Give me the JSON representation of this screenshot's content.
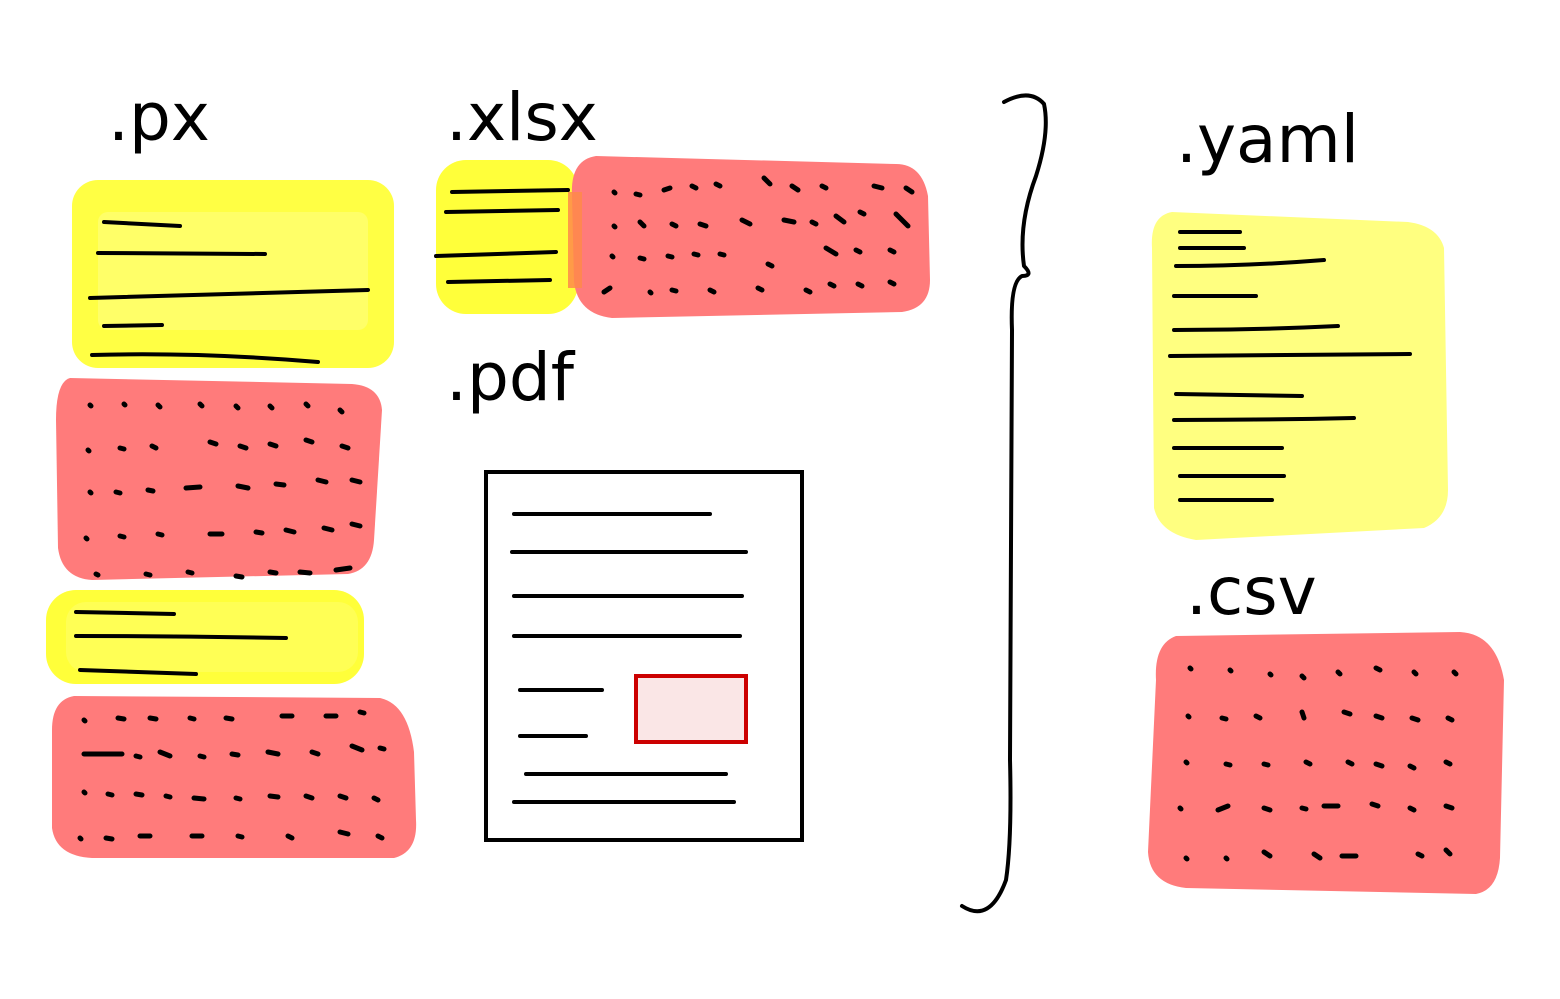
{
  "labels": {
    "px": ".px",
    "xlsx": ".xlsx",
    "pdf": ".pdf",
    "yaml": ".yaml",
    "csv": ".csv"
  },
  "colors": {
    "yellow_block": "#ffff3a",
    "yellow_block_light": "#ffff80",
    "red_block": "#ff7b7b",
    "ink": "#000000",
    "pdf_box_border": "#cc0000",
    "pdf_box_fill": "#fae6e6"
  },
  "legend_meaning": {
    "yellow_block_icon": "text-lines-block",
    "red_block_icon": "dotted-data-block",
    "pdf_icon": "document-page-icon",
    "brace_icon": "right-curly-brace"
  }
}
